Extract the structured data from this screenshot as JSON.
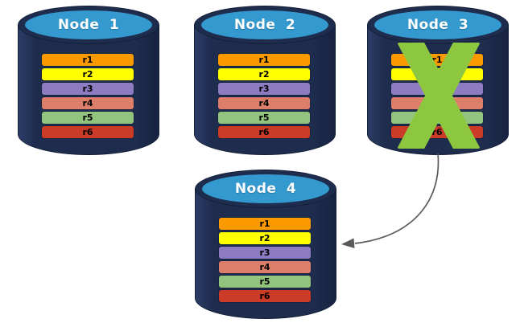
{
  "diagram": {
    "description": "Four database cylinder nodes each holding replicas r1-r6; Node 3 is crossed out with a green X and an arrow points from Node 3 to Node 4",
    "nodes": [
      {
        "label": "Node 1",
        "failed": false
      },
      {
        "label": "Node 2",
        "failed": false
      },
      {
        "label": "Node 3",
        "failed": true
      },
      {
        "label": "Node 4",
        "failed": false
      }
    ],
    "replicas": [
      {
        "label": "r1",
        "color": "#FB9A00"
      },
      {
        "label": "r2",
        "color": "#FFFF00"
      },
      {
        "label": "r3",
        "color": "#8E7CC3"
      },
      {
        "label": "r4",
        "color": "#DD7E6B"
      },
      {
        "label": "r5",
        "color": "#93C47D"
      },
      {
        "label": "r6",
        "color": "#CB3B27"
      }
    ],
    "colors": {
      "cylinder_body": "#1E2C4E",
      "cylinder_outline": "#141F38",
      "cylinder_top": "#3399CE",
      "failure_x": "#8DC63F",
      "arrow": "#595959"
    },
    "arrow": {
      "from": "Node 3",
      "to": "Node 4"
    }
  }
}
